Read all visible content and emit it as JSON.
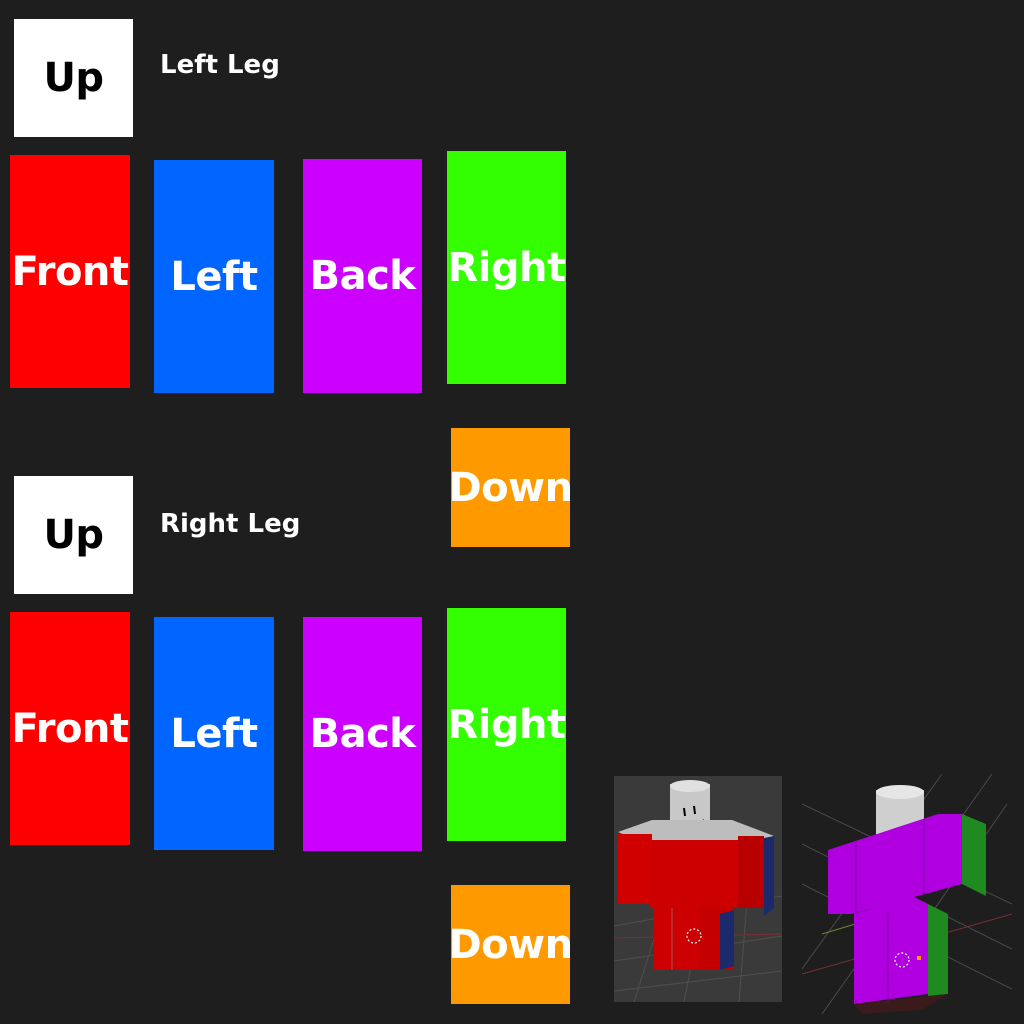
{
  "left_leg": {
    "label": "Left Leg",
    "faces": {
      "up": "Up",
      "front": "Front",
      "left": "Left",
      "back": "Back",
      "right": "Right",
      "down": "Down"
    }
  },
  "right_leg": {
    "label": "Right Leg",
    "faces": {
      "up": "Up",
      "front": "Front",
      "left": "Left",
      "back": "Back",
      "right": "Right",
      "down": "Down"
    }
  },
  "colors": {
    "background": "#1e1e1e",
    "up": "#ffffff",
    "front": "#ff0000",
    "left": "#0066ff",
    "back": "#cc00ff",
    "right": "#33ff00",
    "down": "#ff9900"
  },
  "previews": [
    "front-3d-preview",
    "back-3d-preview"
  ]
}
